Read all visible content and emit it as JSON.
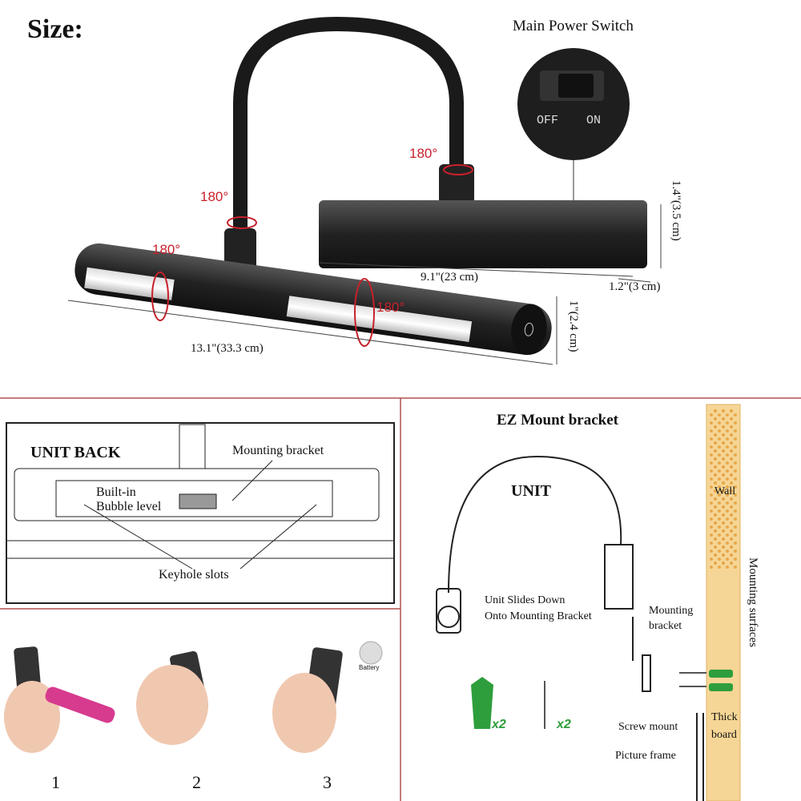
{
  "size_section": {
    "title": "Size:",
    "power_switch_label": "Main Power Switch",
    "switch_off": "OFF",
    "switch_on": "ON",
    "rotation_labels": [
      "180°",
      "180°",
      "180°",
      "180°"
    ],
    "dim_height": "1.4\"(3.5 cm)",
    "dim_bracket_length": "9.1\"(23 cm)",
    "dim_bracket_depth": "1.2\"(3 cm)",
    "dim_bar_diameter": "1\"(2.4 cm)",
    "dim_bar_length": "13.1\"(33.3 cm)"
  },
  "unit_back": {
    "title": "UNIT BACK",
    "mounting_bracket": "Mounting bracket",
    "bubble_line1": "Built-in",
    "bubble_line2": "Bubble level",
    "keyhole": "Keyhole slots"
  },
  "steps": {
    "labels": [
      "1",
      "2",
      "3"
    ],
    "battery": "Battery"
  },
  "ez_mount": {
    "title": "EZ Mount bracket",
    "unit": "UNIT",
    "slide_line1": "Unit Slides Down",
    "slide_line2": "Onto Mounting Bracket",
    "mount_line1": "Mounting",
    "mount_line2": "bracket",
    "wall": "Wall",
    "surfaces": "Mounting surfaces",
    "anchor_qty": "x2",
    "screw_qty": "x2",
    "screw_mount": "Screw mount",
    "thick_line1": "Thick",
    "thick_line2": "board",
    "picture_frame": "Picture frame"
  },
  "colors": {
    "accent_red": "#c8202a",
    "divider": "#b05050",
    "wall": "#f3c978",
    "anchor": "#2e9e3c"
  }
}
